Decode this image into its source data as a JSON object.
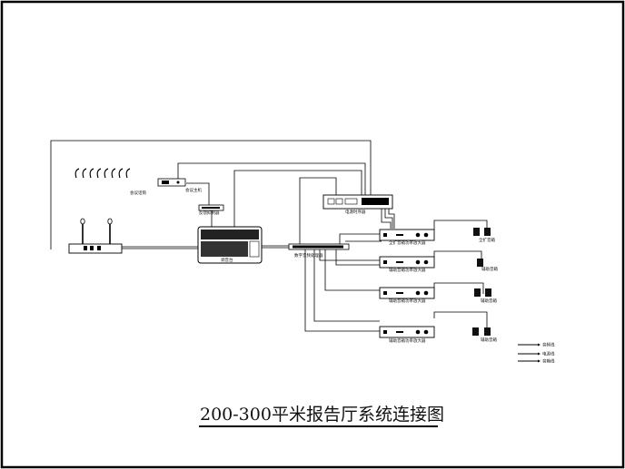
{
  "diagram": {
    "title": "200-300平米报告厅系统连接图",
    "labels": {
      "mic_array": "会议话筒",
      "conference_host": "会议主机",
      "feedback_suppressor": "反馈抑制器",
      "mixer": "调音台",
      "audio_processor": "数字音频处理器",
      "power_sequencer": "电源时序器",
      "amp_1": "全扩音箱功率放大器",
      "amp_2": "辅助音箱功率放大器",
      "amp_3": "辅助音箱功率放大器",
      "amp_4": "辅助音箱功率放大器",
      "spk_1": "全扩音箱",
      "spk_2": "辅助音箱",
      "spk_3": "辅助音箱",
      "spk_4": "辅助音箱"
    },
    "legend": [
      "音频线",
      "电源线",
      "音箱线"
    ]
  }
}
